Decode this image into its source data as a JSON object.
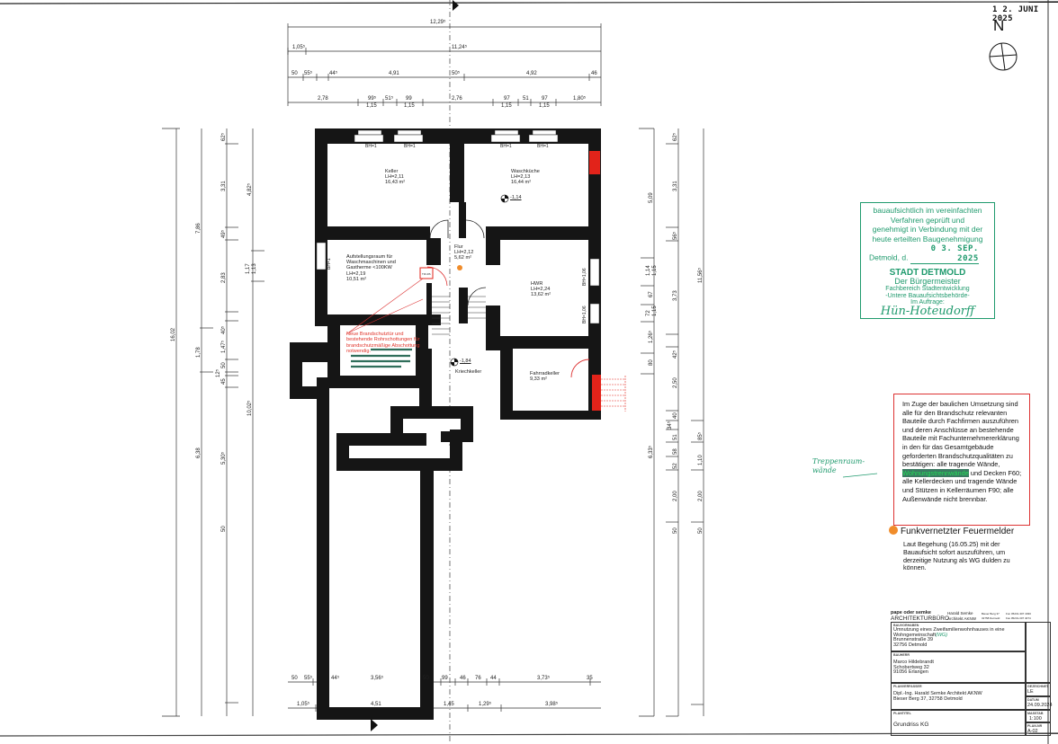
{
  "header_stamp": {
    "received_date": "1 2. JUNI 2025",
    "north_label": "N"
  },
  "dimensions": {
    "top": {
      "row1": [
        "12,29⁵"
      ],
      "row2": [
        "1,05⁵",
        "11,24⁵"
      ],
      "row3": [
        "50",
        "55⁵",
        "44⁵",
        "4,91",
        "50⁵",
        "4,92",
        "46"
      ],
      "row4": [
        "2,78",
        "99⁵",
        "1,15",
        "51⁵",
        "99",
        "1,15",
        "2,76",
        "97",
        "1,15",
        "51",
        "97",
        "1,15",
        "1,80⁵"
      ]
    },
    "left": {
      "col1": [
        "16,02"
      ],
      "col2": [
        "7,86",
        "1,78",
        "6,38"
      ],
      "col3": [
        "62⁵",
        "3,31",
        "49⁵",
        "2,83",
        "40⁵",
        "1,47⁵",
        "50",
        "12⁵",
        "45",
        "5,30⁵",
        "50"
      ],
      "col4": [
        "4,82⁵",
        "1,17",
        "1,13",
        "10,02⁵"
      ]
    },
    "right": {
      "col1": [
        "5,09",
        "1,14",
        "1,15",
        "67",
        "72",
        "1,15",
        "1,26⁵",
        "80",
        "6,33⁵"
      ],
      "col2": [
        "62⁵",
        "3,31",
        "56⁵",
        "3,73",
        "42⁵",
        "2,50",
        "40",
        "34⁵",
        "51",
        "58",
        "52",
        "2,00",
        "50"
      ],
      "col3": [
        "11,56⁵",
        "85⁵",
        "1,10",
        "2,00",
        "50"
      ]
    },
    "bottom": {
      "row1": [
        "50",
        "55⁵",
        "44⁵",
        "3,56⁵",
        "50",
        "99",
        "46",
        "76",
        "44",
        "3,73⁵",
        "35"
      ],
      "row2": [
        "1,05⁵",
        "4,51",
        "1,45",
        "1,29⁵",
        "3,98⁵"
      ]
    }
  },
  "rooms": [
    {
      "name": "Keller",
      "height": "LH=2,11",
      "area": "16,43 m²"
    },
    {
      "name": "Waschküche",
      "height": "LH=2,13",
      "area": "16,44 m²"
    },
    {
      "name": "Aufstellungsraum für Waschmaschinen und Gastherme <100KW",
      "height": "LH=2,19",
      "area": "10,51 m²"
    },
    {
      "name": "Flur",
      "height": "LH=2,12",
      "area": "5,62 m²"
    },
    {
      "name": "HWR",
      "height": "LH=2,24",
      "area": "13,62 m²"
    },
    {
      "name": "Kriechkeller",
      "height": "",
      "area": ""
    },
    {
      "name": "Fahrradkeller",
      "height": "",
      "area": "9,33 m²"
    }
  ],
  "window_labels": [
    "BH=1",
    "BH=1",
    "BH=1",
    "BH=1",
    "BH=1",
    "BH=1,06",
    "BH=1,06"
  ],
  "levels": [
    "-1,14",
    "-1,84"
  ],
  "fire_door_label": "T30-RS",
  "red_note": [
    "Neue Brandschutztür und",
    "bestehende Rohrschottungen für",
    "brandschutzmäßige Abschottung",
    "notwendig."
  ],
  "approval_stamp": {
    "lines": [
      "bauaufsichtlich im vereinfachten",
      "Verfahren geprüft und",
      "genehmigt in Verbindung mit der",
      "heute erteilten Baugenehmigung"
    ],
    "place": "Detmold, d.",
    "date": "0 3. SEP. 2025",
    "authority": "STADT DETMOLD",
    "office": "Der Bürgermeister",
    "dept1": "Fachbereich Stadtentwicklung",
    "dept2": "-Untere Bauaufsichtsbehörde-",
    "mandate": "Im Auftrage:",
    "signature": "Hün-Hoteudorff"
  },
  "fire_note": {
    "before": "Im Zuge der baulichen Umsetzung sind alle für den Brandschutz relevanten Bauteile durch Fachfirmen auszuführen und deren Anschlüsse an bestehende Bauteile mit Fachunternehmererklärung in den für das Gesamtgebäude geforderten Brandschutzqualitäten zu bestätigen: alle tragende Wände,",
    "highlighted": "Wohnungstrennwände",
    "after": " und Decken F60; alle Kellerdecken und tragende Wände und Stützen in Kellerräumen F90; alle Außenwände nicht brennbar.",
    "handwritten": [
      "Treppenraum-",
      "wände"
    ]
  },
  "legend": {
    "title": "Funkvernetzter Feuermelder",
    "color": "#f08c2a",
    "description": "Laut Begehung (16.05.25) mit der Bauaufsicht sofort auszuführen, um derzeitige Nutzung als WG dulden zu können."
  },
  "title_block": {
    "firm1": "pape oder semke",
    "firm2": "ARCHITEKTURBÜRO",
    "architect1": "Harald Semke",
    "architect2": "Architekt AKNW",
    "addr1": "Bieser Berg 37",
    "addr2": "32758 Detmold",
    "fon": "Fon 05231-307 4030",
    "fax": "Fax 05231-307 4074",
    "project_label": "BAUVORHABEN",
    "project": [
      "Umnutzung eines Zweifamilienwohnhauses in eine",
      "Wohngemeinschaft",
      "Brunnenstraße 39",
      "32756 Detmold"
    ],
    "project_hand": "(WG)",
    "client_label": "BAUHERR",
    "client": [
      "Marco Hildebrandt",
      "Schobertweg 32",
      "91056 Erlangen"
    ],
    "planner_label": "PLANVERFASSER",
    "planner": [
      "Dipl.-Ing. Harald Semke Architekt AKNW",
      "Bieser Berg 37, 32758 Detmold"
    ],
    "drawn_label": "GEZEICHNET",
    "drawn": "LE",
    "date_label": "DATUM",
    "date": "24.09.2024",
    "plan_title_label": "PLANTITEL",
    "plan_title": "Grundriss KG",
    "scale_label": "MASSTAB",
    "scale": "1:100",
    "plan_no_label": "PLAN-NR",
    "plan_no": "A-02"
  }
}
